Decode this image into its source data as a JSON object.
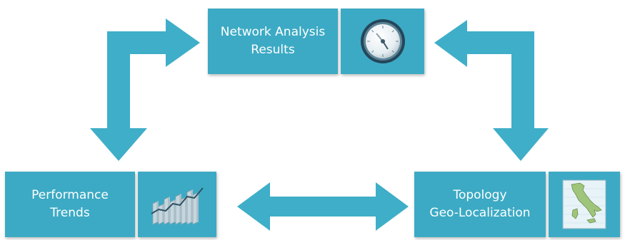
{
  "diagram": {
    "nodes": {
      "network": {
        "line1": "Network Analysis",
        "line2": "Results",
        "icon": "gauge-icon"
      },
      "performance": {
        "line1": "Performance",
        "line2": "Trends",
        "icon": "bar-chart-icon"
      },
      "topology": {
        "line1": "Topology",
        "line2": "Geo-Localization",
        "icon": "italy-map-icon"
      }
    },
    "colors": {
      "tile": "#3caac4",
      "arrow": "#3faec8",
      "text": "#ffffff"
    }
  }
}
